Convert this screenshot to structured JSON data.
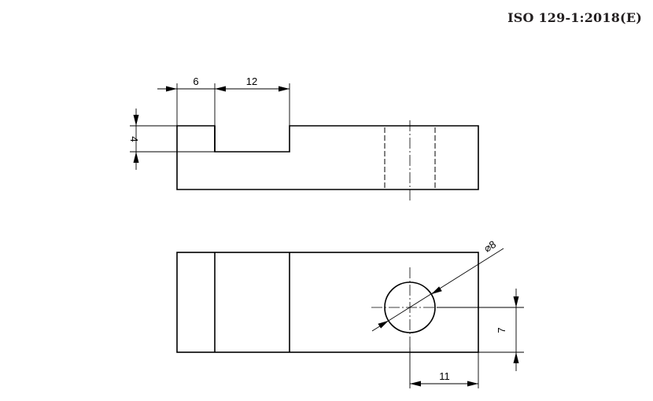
{
  "header": {
    "standard_ref": "ISO 129-1:2018(E)"
  },
  "dimensions": {
    "slot_offset": "6",
    "slot_width": "12",
    "slot_depth": "4",
    "hole_diameter": "⌀8",
    "hole_y_offset": "7",
    "hole_x_offset": "11"
  }
}
